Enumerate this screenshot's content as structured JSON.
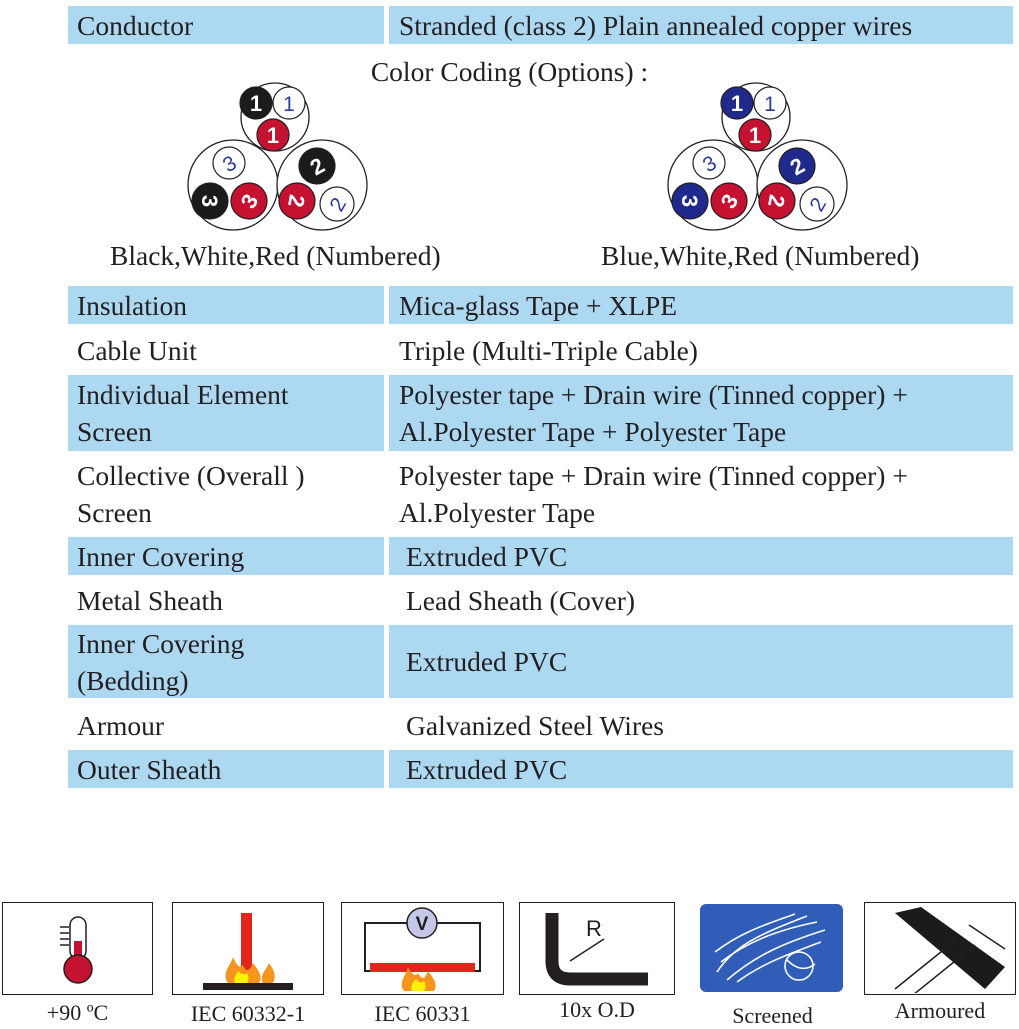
{
  "conductor": {
    "label": "Conductor",
    "value": "Stranded (class 2) Plain annealed copper wires"
  },
  "color_coding": {
    "title": "Color Coding (Options) :",
    "options": [
      {
        "caption": "Black,White,Red (Numbered)"
      },
      {
        "caption": "Blue,White,Red (Numbered)"
      }
    ],
    "number_labels": [
      "1",
      "2",
      "3"
    ],
    "colors": {
      "black": "#1b1b1b",
      "white": "#ffffff",
      "red": "#c41230",
      "blue": "#1f2a8c",
      "number_blue": "#2b3e9c"
    }
  },
  "rows": [
    {
      "label_lines": [
        "Insulation"
      ],
      "value_lines": [
        "Mica-glass Tape + XLPE"
      ]
    },
    {
      "label_lines": [
        "Cable Unit"
      ],
      "value_lines": [
        "Triple (Multi-Triple Cable)"
      ]
    },
    {
      "label_lines": [
        "Individual Element",
        "Screen"
      ],
      "value_lines": [
        "Polyester tape + Drain wire (Tinned copper) +",
        "Al.Polyester Tape + Polyester Tape"
      ]
    },
    {
      "label_lines": [
        "Collective (Overall )",
        "Screen"
      ],
      "value_lines": [
        "Polyester tape + Drain wire (Tinned copper) +",
        "Al.Polyester Tape"
      ]
    },
    {
      "label_lines": [
        "Inner Covering"
      ],
      "value_lines": [
        "Extruded PVC"
      ]
    },
    {
      "label_lines": [
        "Metal Sheath"
      ],
      "value_lines": [
        "Lead Sheath (Cover)"
      ]
    },
    {
      "label_lines": [
        "Inner Covering",
        "(Bedding)"
      ],
      "value_lines": [
        "Extruded PVC"
      ]
    },
    {
      "label_lines": [
        "Armour"
      ],
      "value_lines": [
        "Galvanized Steel Wires"
      ]
    },
    {
      "label_lines": [
        "Outer Sheath"
      ],
      "value_lines": [
        "Extruded PVC"
      ]
    }
  ],
  "icons": [
    {
      "icon": "thermometer-icon",
      "label": "+90 ºC"
    },
    {
      "icon": "flame-vertical-test-icon",
      "label": "IEC 60332-1"
    },
    {
      "icon": "flame-voltmeter-test-icon",
      "label": "IEC 60331",
      "glyph": "V"
    },
    {
      "icon": "bending-radius-icon",
      "label": "10x O.D",
      "glyph": "R"
    },
    {
      "icon": "screen-icon",
      "label": "Screened"
    },
    {
      "icon": "armour-icon",
      "label": "Armoured"
    }
  ],
  "table_color": "#add8f1"
}
